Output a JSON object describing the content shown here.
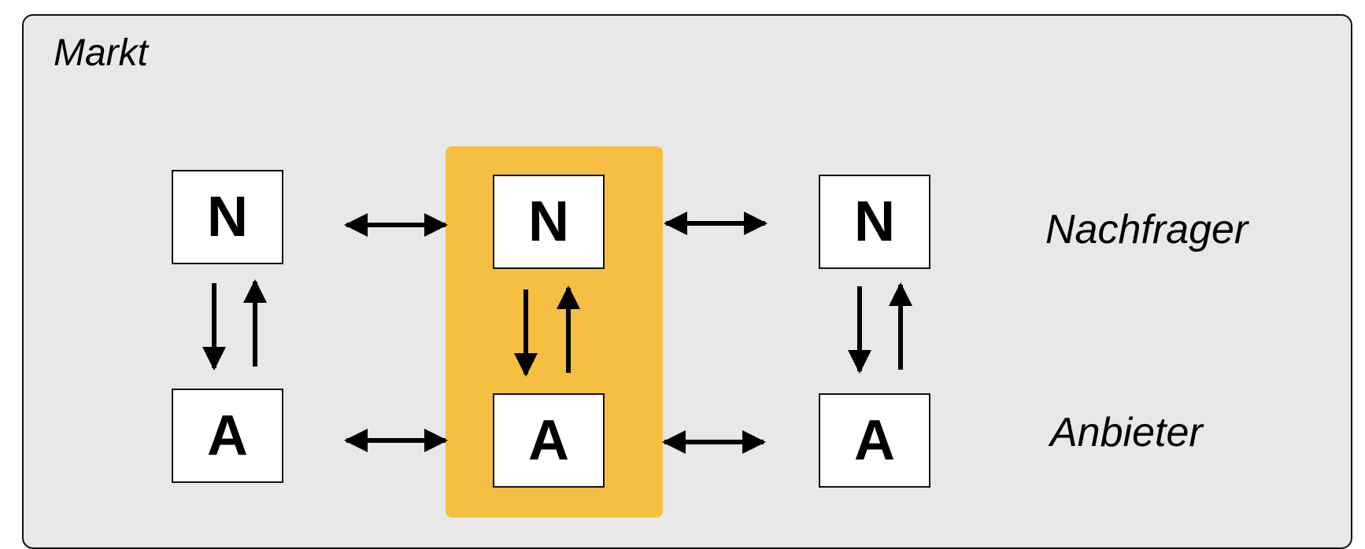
{
  "diagram": {
    "title": "Markt",
    "boxes": {
      "n_left": "N",
      "n_mid": "N",
      "n_right": "N",
      "a_left": "A",
      "a_mid": "A",
      "a_right": "A"
    },
    "row_labels": {
      "top": "Nachfrager",
      "bottom": "Anbieter"
    },
    "colors": {
      "background": "#e8e8e8",
      "highlight": "#f5bf42",
      "box_fill": "#ffffff",
      "stroke": "#000000"
    }
  }
}
